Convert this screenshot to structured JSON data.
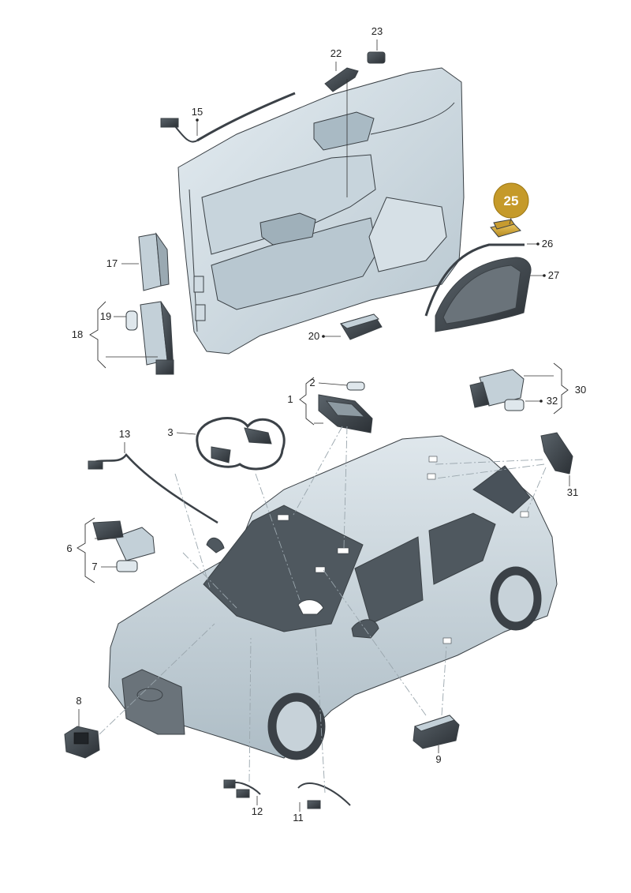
{
  "labels": {
    "p1": "1",
    "p2": "2",
    "p3": "3",
    "p6": "6",
    "p7": "7",
    "p8": "8",
    "p9": "9",
    "p11": "11",
    "p12": "12",
    "p13": "13",
    "p15": "15",
    "p17": "17",
    "p18": "18",
    "p19": "19",
    "p20": "20",
    "p22": "22",
    "p23": "23",
    "p25": "25",
    "p26": "26",
    "p27": "27",
    "p30": "30",
    "p31": "31",
    "p32": "32"
  },
  "colors": {
    "part_fill": "#c9d6de",
    "part_dark": "#3b4147",
    "highlight_badge": "#c59a2a",
    "highlight_part": "#e2b84a"
  }
}
